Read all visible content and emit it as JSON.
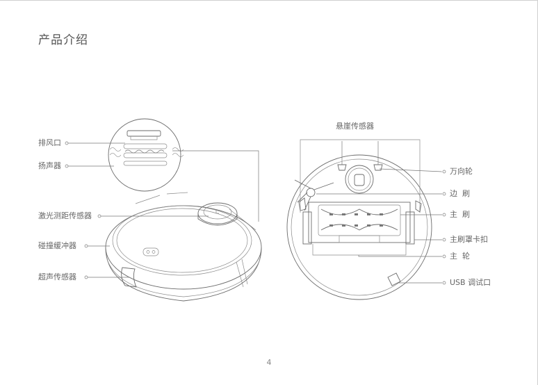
{
  "page": {
    "title": "产品介绍",
    "page_number": "4"
  },
  "left_labels": {
    "vent": "排风口",
    "speaker": "扬声器",
    "laser_sensor": "激光测距传感器",
    "bumper": "碰撞缓冲器",
    "ultrasonic_sensor": "超声传感器"
  },
  "right_labels": {
    "cliff_sensor": "悬崖传感器",
    "caster_wheel": "万向轮",
    "side_brush": "边  刷",
    "main_brush": "主  刷",
    "brush_cover_clip": "主刷罩卡扣",
    "main_wheel": "主  轮",
    "usb_port": "USB 调试口"
  }
}
